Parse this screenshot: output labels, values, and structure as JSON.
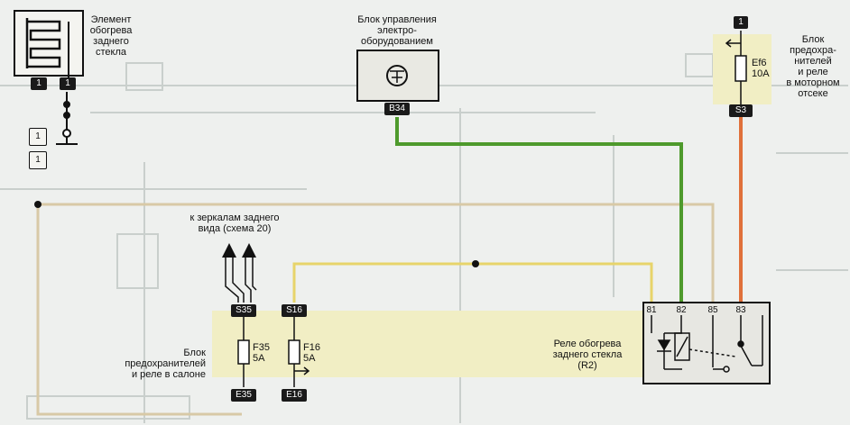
{
  "heater": {
    "label": "Элемент\nобогрева\nзаднего\nстекла",
    "pin_left": "1",
    "pin_right": "1"
  },
  "ground_connector": {
    "top": "1",
    "bottom": "1"
  },
  "ecu": {
    "label": "Блок управления\nэлектро-\nоборудованием",
    "pin": "В34"
  },
  "engine_fuse_box": {
    "label": "Блок\nпредохра-\nнителей\nи реле\nв моторном\nотсеке",
    "pin_top": "1",
    "fuse": "Ef6\n10A",
    "pin_bottom": "S3"
  },
  "mirrors": {
    "label": "к зеркалам заднего\nвида (схема 20)"
  },
  "cabin_fuse_box": {
    "label": "Блок\nпредохранителей\nи реле в салоне",
    "fuse1": {
      "in": "S35",
      "name": "F35\n5A",
      "out": "E35"
    },
    "fuse2": {
      "in": "S16",
      "name": "F16\n5A",
      "out": "E16"
    }
  },
  "relay": {
    "label": "Реле обогрева\nзаднего стекла\n(R2)",
    "pins": [
      "81",
      "82",
      "85",
      "83"
    ]
  },
  "wire_colors": {
    "green": "#4e9a2c",
    "orange": "#e0703a",
    "yellow": "#e7d46a",
    "beige": "#d8c9a6",
    "shade": "#f1eec4"
  }
}
